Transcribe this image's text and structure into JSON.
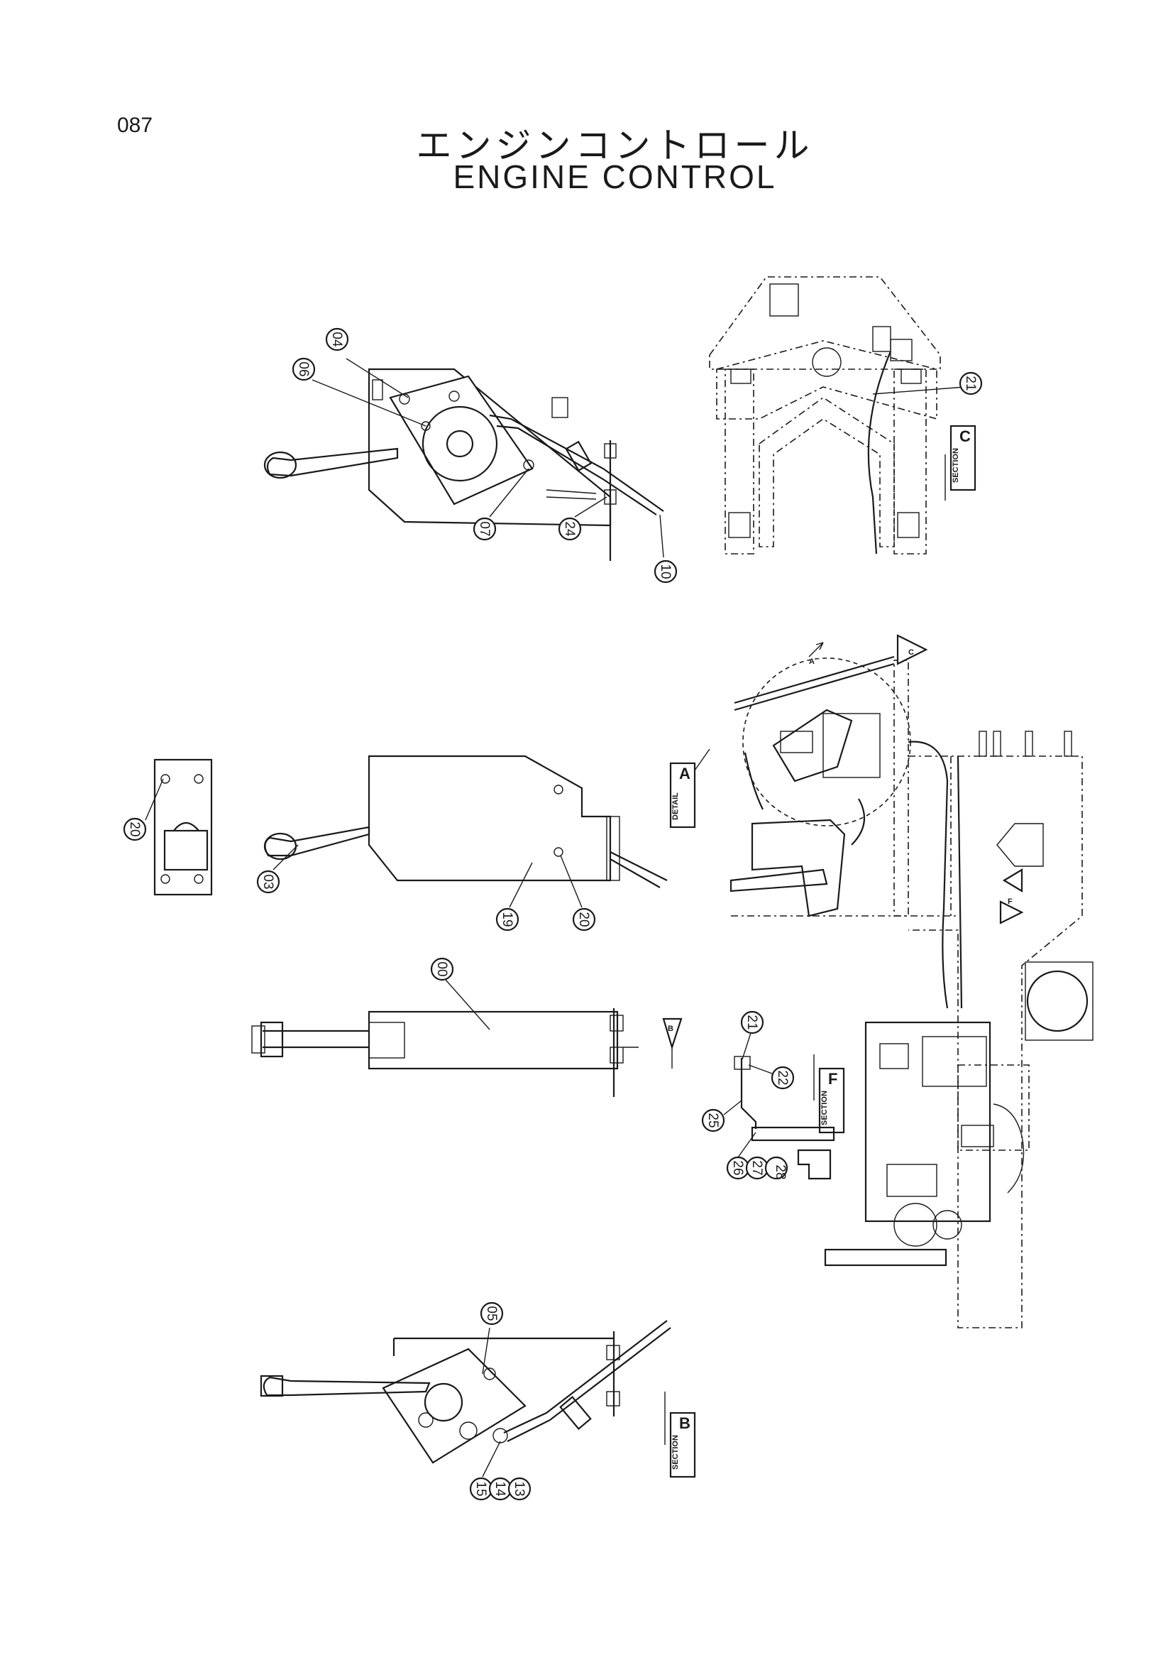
{
  "page_number": "087",
  "title_japanese": "エンジンコントロール",
  "title_english": "ENGINE CONTROL",
  "callouts": {
    "c04": "04",
    "c06": "06",
    "c07": "07",
    "c24": "24",
    "c10": "10",
    "c21a": "21",
    "c20a": "20",
    "c03": "03",
    "c19": "19",
    "c20b": "20",
    "c00": "00",
    "c21b": "21",
    "c22": "22",
    "c25": "25",
    "c26": "26",
    "c27": "27",
    "c28": "28",
    "c05": "05",
    "c15": "15",
    "c14": "14",
    "c13": "13"
  },
  "view_tags": {
    "section_c": {
      "letter": "C",
      "caption": "SECTION"
    },
    "detail_a": {
      "letter": "A",
      "caption": "DETAIL"
    },
    "section_f": {
      "letter": "F",
      "caption": "SECTION"
    },
    "section_b": {
      "letter": "B",
      "caption": "SECTION"
    }
  },
  "view_markers": {
    "a": "A",
    "c": "C",
    "b": "B",
    "f": "F"
  }
}
